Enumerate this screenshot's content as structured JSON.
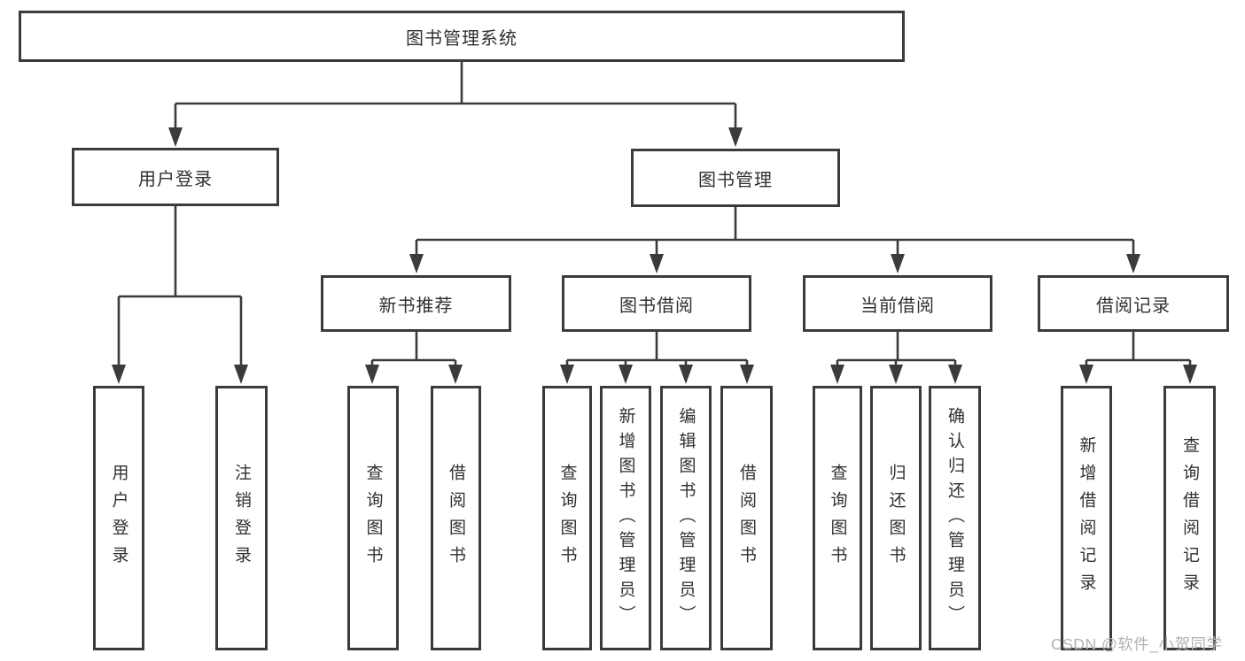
{
  "diagram": {
    "root": {
      "label": "图书管理系统"
    },
    "branches": [
      {
        "label": "用户登录",
        "children": [
          {
            "label": "用户登录"
          },
          {
            "label": "注销登录"
          }
        ]
      },
      {
        "label": "图书管理",
        "children": [
          {
            "label": "新书推荐",
            "children": [
              {
                "label": "查询图书"
              },
              {
                "label": "借阅图书"
              }
            ]
          },
          {
            "label": "图书借阅",
            "children": [
              {
                "label": "查询图书"
              },
              {
                "label": "新增图书（管理员）"
              },
              {
                "label": "编辑图书（管理员）"
              },
              {
                "label": "借阅图书"
              }
            ]
          },
          {
            "label": "当前借阅",
            "children": [
              {
                "label": "查询图书"
              },
              {
                "label": "归还图书"
              },
              {
                "label": "确认归还（管理员）"
              }
            ]
          },
          {
            "label": "借阅记录",
            "children": [
              {
                "label": "新增借阅记录"
              },
              {
                "label": "查询借阅记录"
              }
            ]
          }
        ]
      }
    ]
  },
  "watermark": {
    "text": "CSDN @软件_小贺同学"
  },
  "colors": {
    "line": "#3b3b3b",
    "box_border": "#3b3b3b",
    "box_fill": "#ffffff",
    "text": "#303030",
    "watermark": "#b2b2b2",
    "background": "#ffffff"
  }
}
